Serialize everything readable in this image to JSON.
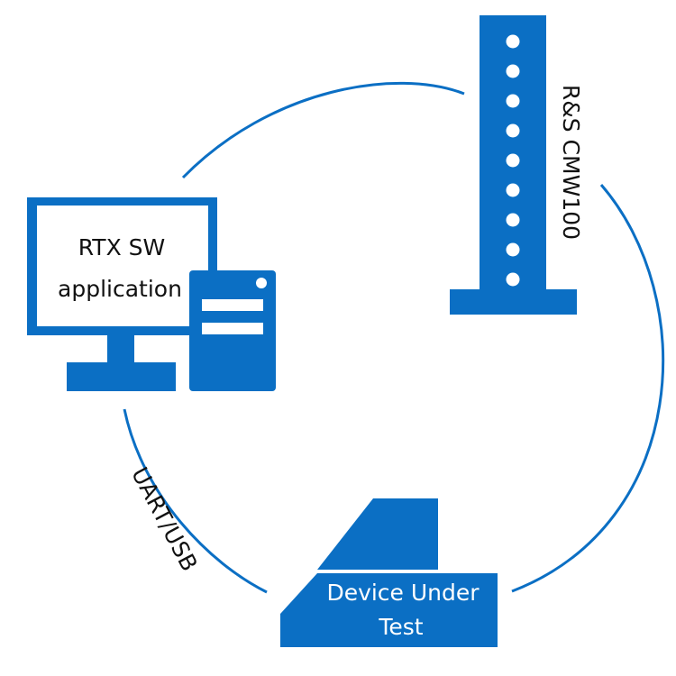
{
  "colors": {
    "primary": "#0b6fc4",
    "inverse": "#ffffff",
    "dark_text": "#111111"
  },
  "icons": {
    "computer": "desktop-computer-icon",
    "instrument": "test-instrument-icon",
    "device": "device-under-test-icon"
  },
  "nodes": {
    "computer": {
      "label_line1": "RTX SW",
      "label_line2": "application"
    },
    "instrument": {
      "label": "R&S CMW100"
    },
    "device": {
      "label_line1": "Device Under",
      "label_line2": "Test"
    }
  },
  "links": {
    "computer_device": {
      "label": "UART/USB"
    }
  }
}
